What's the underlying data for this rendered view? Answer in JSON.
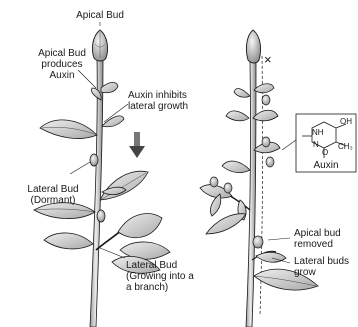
{
  "labels": {
    "apical_bud_top": "Apical Bud",
    "apical_bud_produces": "Apical Bud\nproduces\nAuxin",
    "auxin_inhibits": "Auxin inhibits\nlateral growth",
    "lateral_bud_dormant": "Lateral Bud\n(Dormant)",
    "lateral_bud_growing": "Lateral Bud\n(Growing into a\na branch)",
    "removed_mark": "×",
    "apical_bud_removed": "Apical bud\nremoved",
    "lateral_buds_grow": "Lateral buds\ngrow",
    "auxin_caption": "Auxin"
  },
  "auxin_structure_text": {
    "nh": "NH",
    "n": "N",
    "o": "O",
    "ch3": "CH₃",
    "oh": "OH"
  },
  "colors": {
    "ink": "#1a1a1a",
    "leaf_fill": "#d8d8d8",
    "leaf_dark": "#a8a8a8",
    "stem": "#cfcfcf"
  }
}
